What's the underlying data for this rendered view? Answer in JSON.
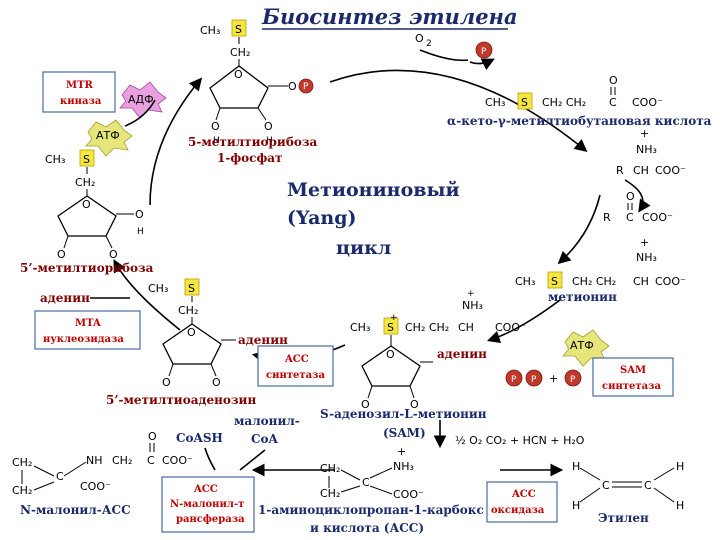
{
  "title": "Биосинтез этилена",
  "cycle_label": {
    "line1": "Метиониновый",
    "line2": "(Yang)",
    "line3": "цикл"
  },
  "enzymes": {
    "mtr_kinase": {
      "line1": "MTR",
      "line2": "киназа"
    },
    "mta_nucleosidase": {
      "line1": "MTA",
      "line2": "нуклеозидаза"
    },
    "acc_synthase": {
      "line1": "ACC",
      "line2": "синтетаза"
    },
    "sam_synthetase": {
      "line1": "SAM",
      "line2": "синтетаза"
    },
    "acc_transferase": {
      "line1": "ACC",
      "line2": "N-малонил-т",
      "line3": "рансфераза"
    },
    "acc_oxidase": {
      "line1": "ACC",
      "line2": "оксидаза"
    }
  },
  "cofactors": {
    "adp": "АДФ",
    "atp": "АТФ",
    "atp2": "АТФ",
    "p": "P",
    "o2": "O",
    "coash": "CoASH",
    "malonyl1": "малонил-",
    "malonyl2": "CoA",
    "adenine": "аденин",
    "plus": "+"
  },
  "compounds": {
    "mtr1p": {
      "line1": "5-метилтиорибоза",
      "line2": "1-фосфат"
    },
    "keto": "α-кето-γ-метилтиобутановая кислота",
    "methionine": "метионин",
    "sam": {
      "line1": "S-аденозил-L-метионин",
      "line2": "(SAM)"
    },
    "mta": "5’-метилтиоаденозин",
    "mtr": "5’-метилтиорибоза",
    "acc": {
      "line1": "1-аминоциклопропан-1-карбокс",
      "line2": "и кислота (АСС)"
    },
    "macc": "N-малонил-АСС",
    "ethylene": "Этилен",
    "products": "½ O₂ CO₂ + HCN + H₂O"
  },
  "atoms": {
    "s": "S",
    "o": "O",
    "h": "H",
    "c": "C",
    "r": "R",
    "nh": "NH",
    "ch3": "CH₃",
    "ch2": "CH₂",
    "ch": "CH",
    "coo": "COO⁻",
    "nh3": "NH₃",
    "ch2ch2": "CH₂ CH₂"
  },
  "colors": {
    "accent": "#1b2a6b",
    "label": "#800000",
    "enzyme": "#c00000",
    "phosphate": "#c0392b",
    "sulfur": "#f5e642",
    "adp": "#e9a0e0",
    "atp": "#e6e67a"
  }
}
